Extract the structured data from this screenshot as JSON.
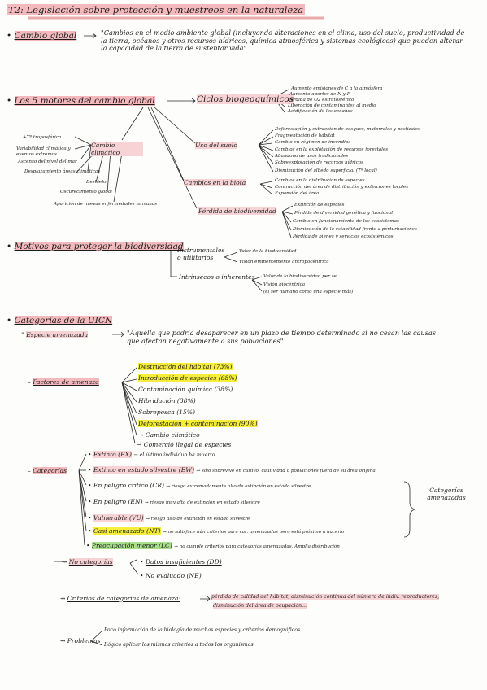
{
  "title": "T2: Legislación sobre protección y muestreos en la naturaleza",
  "cambio_global": {
    "label": "Cambio global",
    "quote": "\"Cambios en el medio ambiente global (incluyendo alteraciones en el clima, uso del suelo, productividad de la tierra, océanos y otros recursos hídricos, química atmosférica y sistemas ecológicos) que pueden alterar la capacidad de la tierra de sustentar vida\""
  },
  "motores": {
    "label": "Los 5 motores del cambio global",
    "ciclos": {
      "label": "Ciclos biogeoquímicos",
      "items": [
        "Aumento emisiones de C a la atmósfera",
        "Aumento aportes de N y P",
        "Pérdida de O2 estratosférico",
        "Liberación de contaminantes al medio",
        "Acidificación de los océanos"
      ]
    },
    "uso_suelo": {
      "label": "Uso del suelo",
      "items": [
        "Deforestación y extracción de bosques, matorrales y pastizales",
        "Fragmentación de hábitat",
        "Cambio en régimen de incendios",
        "Cambios en la explotación de recursos forestales",
        "Abandono de usos tradicionales",
        "Sobreexplotación de recursos hídricos",
        "Disminución del albedo superficial (Tª local)"
      ]
    },
    "biota": {
      "label": "Cambios en la biota",
      "items": [
        "Cambios en la distribución de especies",
        "Contracción del área de distribución y extinciones locales",
        "Expansión del área"
      ]
    },
    "biodiversidad": {
      "label": "Pérdida de biodiversidad",
      "items": [
        "Extinción de especies",
        "Pérdida de diversidad genética y funcional",
        "Cambio en funcionamiento de los ecosistemas",
        "Disminución de la estabilidad frente a perturbaciones",
        "Pérdida de bienes y servicios ecosistémicos"
      ]
    },
    "clima": {
      "label": "Cambio climático",
      "items": [
        "+Tª troposférica",
        "Variabilidad climática y eventos extremos",
        "Ascenso del nivel del mar",
        "Desplazamiento áreas climáticas",
        "Deshielo",
        "Oscurecimiento global",
        "Aparición de nuevas enfermedades humanas"
      ]
    }
  },
  "motivos": {
    "label": "Motivos para proteger la biodiversidad",
    "instrumentales": {
      "label": "Instrumentales o utilitarios",
      "items": [
        "Valor de la biodiversidad",
        "Visión eminentemente antropocéntrica"
      ]
    },
    "intrinsecos": {
      "label": "Intrínsecos o inherentes",
      "items": [
        "Valor de la biodiversidad per se",
        "Visión biocéntrica",
        "(el ser humano como una especie más)"
      ]
    }
  },
  "uicn": {
    "label": "Categorías de la UICN",
    "amenazada": {
      "label": "Especie amenazada",
      "quote": "\"Aquella que podría desaparecer en un plazo de tiempo determinado si no cesan las causas que afectan negativamente a sus poblaciones\""
    },
    "factores": {
      "label": "Factores de amenaza",
      "items": [
        "Destrucción del hábitat (73%)",
        "Introducción de especies (68%)",
        "Contaminación química (38%)",
        "Hibridación (38%)",
        "Sobrepesca (15%)",
        "Deforestación + contaminación (90%)",
        "Cambio climático",
        "Comercio ilegal de especies"
      ]
    },
    "categorias": {
      "label": "Categorías",
      "items": [
        {
          "name": "Extinto (EX)",
          "desc": "→ el último individuo ha muerto"
        },
        {
          "name": "Extinto en estado silvestre (EW)",
          "desc": "→ sólo sobrevive en cultivo, cautividad o poblaciones fuera de su área original"
        },
        {
          "name": "En peligro crítico (CR)",
          "desc": "→ riesgo extremadamente alto de extinción en estado silvestre"
        },
        {
          "name": "En peligro (EN)",
          "desc": "→ riesgo muy alto de extinción en estado silvestre"
        },
        {
          "name": "Vulnerable (VU)",
          "desc": "→ riesgo alto de extinción en estado silvestre"
        },
        {
          "name": "Casi amenazado (NT)",
          "desc": "→ no satisface aún criterios para cat. amenazadas pero está próximo a hacerlo"
        },
        {
          "name": "Preocupación menor (LC)",
          "desc": "→ no cumple criterios para categorías amenazadas. Amplia distribución"
        }
      ],
      "bracket_label": "Categorías amenazadas"
    },
    "no_categorias": {
      "label": "No categorías",
      "items": [
        "Datos insuficientes (DD)",
        "No evaluado (NE)"
      ]
    },
    "criterios": {
      "label": "Criterios de categorías de amenaza:",
      "text1": "pérdida de calidad del hábitat, disminución continua del número de indiv. reproductores,",
      "text2": "disminución del área de ocupación..."
    },
    "problemas": {
      "label": "Problemas",
      "items": [
        "Poco información de la biología de muchas especies y criterios demográficos",
        "Ilógico aplicar los mismos criterios a todos los organismos"
      ]
    }
  },
  "colors": {
    "pink": "#f3b9bd",
    "yellow": "#f6ee3b",
    "green": "#a8df8a"
  }
}
